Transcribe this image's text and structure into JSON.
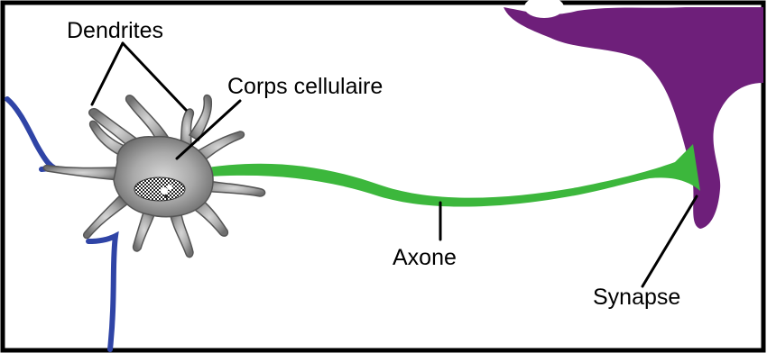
{
  "labels": {
    "dendrites": "Dendrites",
    "cell_body": "Corps cellulaire",
    "axon": "Axone",
    "synapse": "Synapse"
  },
  "colors": {
    "axon": "#3cb73c",
    "cell_body": "#9a9a9a",
    "blue_neuron": "#2f44a6",
    "purple_neuron": "#6e1f7a",
    "frame": "#000000",
    "leader_lines": "#000000"
  },
  "icons": {
    "neuron": "neuron-cell-illustration",
    "nucleus": "cell-nucleus",
    "target_cell": "postsynaptic-cell"
  }
}
